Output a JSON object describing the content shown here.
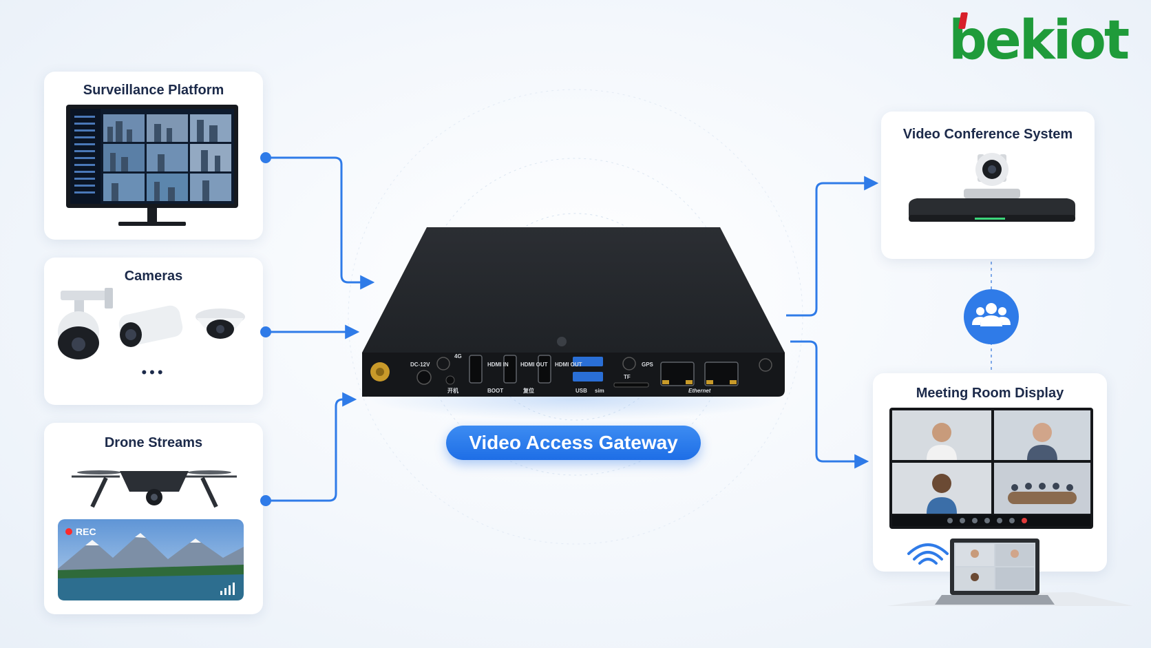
{
  "brand": {
    "logo_text": "bekiot"
  },
  "inputs": {
    "surveillance": {
      "title": "Surveillance Platform"
    },
    "cameras": {
      "title": "Cameras",
      "more": "•••"
    },
    "drone": {
      "title": "Drone Streams",
      "rec_label": "REC"
    }
  },
  "gateway": {
    "label": "Video Access Gateway",
    "ports": {
      "dc": "DC-12V",
      "lte": "4G",
      "hdmi_in": "HDMI IN",
      "hdmi_out1": "HDMI OUT",
      "hdmi_out2": "HDMI OUT",
      "gps": "GPS",
      "tf": "TF",
      "power_cn": "开机",
      "boot": "BOOT",
      "reset_cn": "复位",
      "usb": "USB",
      "sim": "sim",
      "ethernet": "Ethernet"
    }
  },
  "outputs": {
    "conference": {
      "title": "Video Conference System"
    },
    "meeting": {
      "title": "Meeting Room Display"
    }
  },
  "colors": {
    "accent": "#2f7be8",
    "brand_green": "#1f9b3a",
    "brand_red": "#d8202a",
    "device": "#2a2d31"
  },
  "icons": {
    "group": "users-group-icon",
    "wifi": "wifi-icon",
    "signal": "signal-bars-icon"
  }
}
